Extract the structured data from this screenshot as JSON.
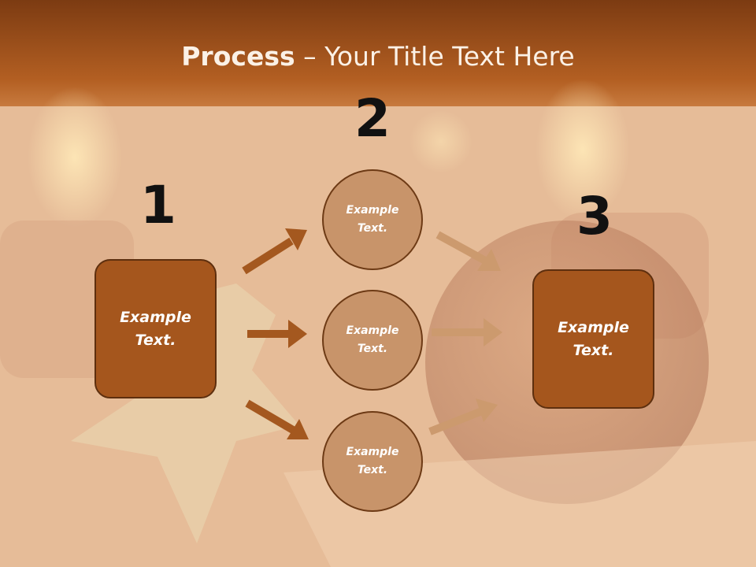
{
  "slide": {
    "title_bold": "Process",
    "title_rest": " – Your Title Text Here"
  },
  "steps": {
    "one": "1",
    "two": "2",
    "three": "3"
  },
  "nodes": {
    "left_box": {
      "line1": "Example",
      "line2": "Text."
    },
    "circle_top": {
      "line1": "Example",
      "line2": "Text."
    },
    "circle_mid": {
      "line1": "Example",
      "line2": "Text."
    },
    "circle_bot": {
      "line1": "Example",
      "line2": "Text."
    },
    "right_box": {
      "line1": "Example",
      "line2": "Text."
    }
  },
  "colors": {
    "header_band": "#9e5220",
    "box_fill": "#a5561d",
    "circle_fill": "#c8946a",
    "arrow_dark": "#a4581f",
    "arrow_light": "#cc9a6e"
  }
}
